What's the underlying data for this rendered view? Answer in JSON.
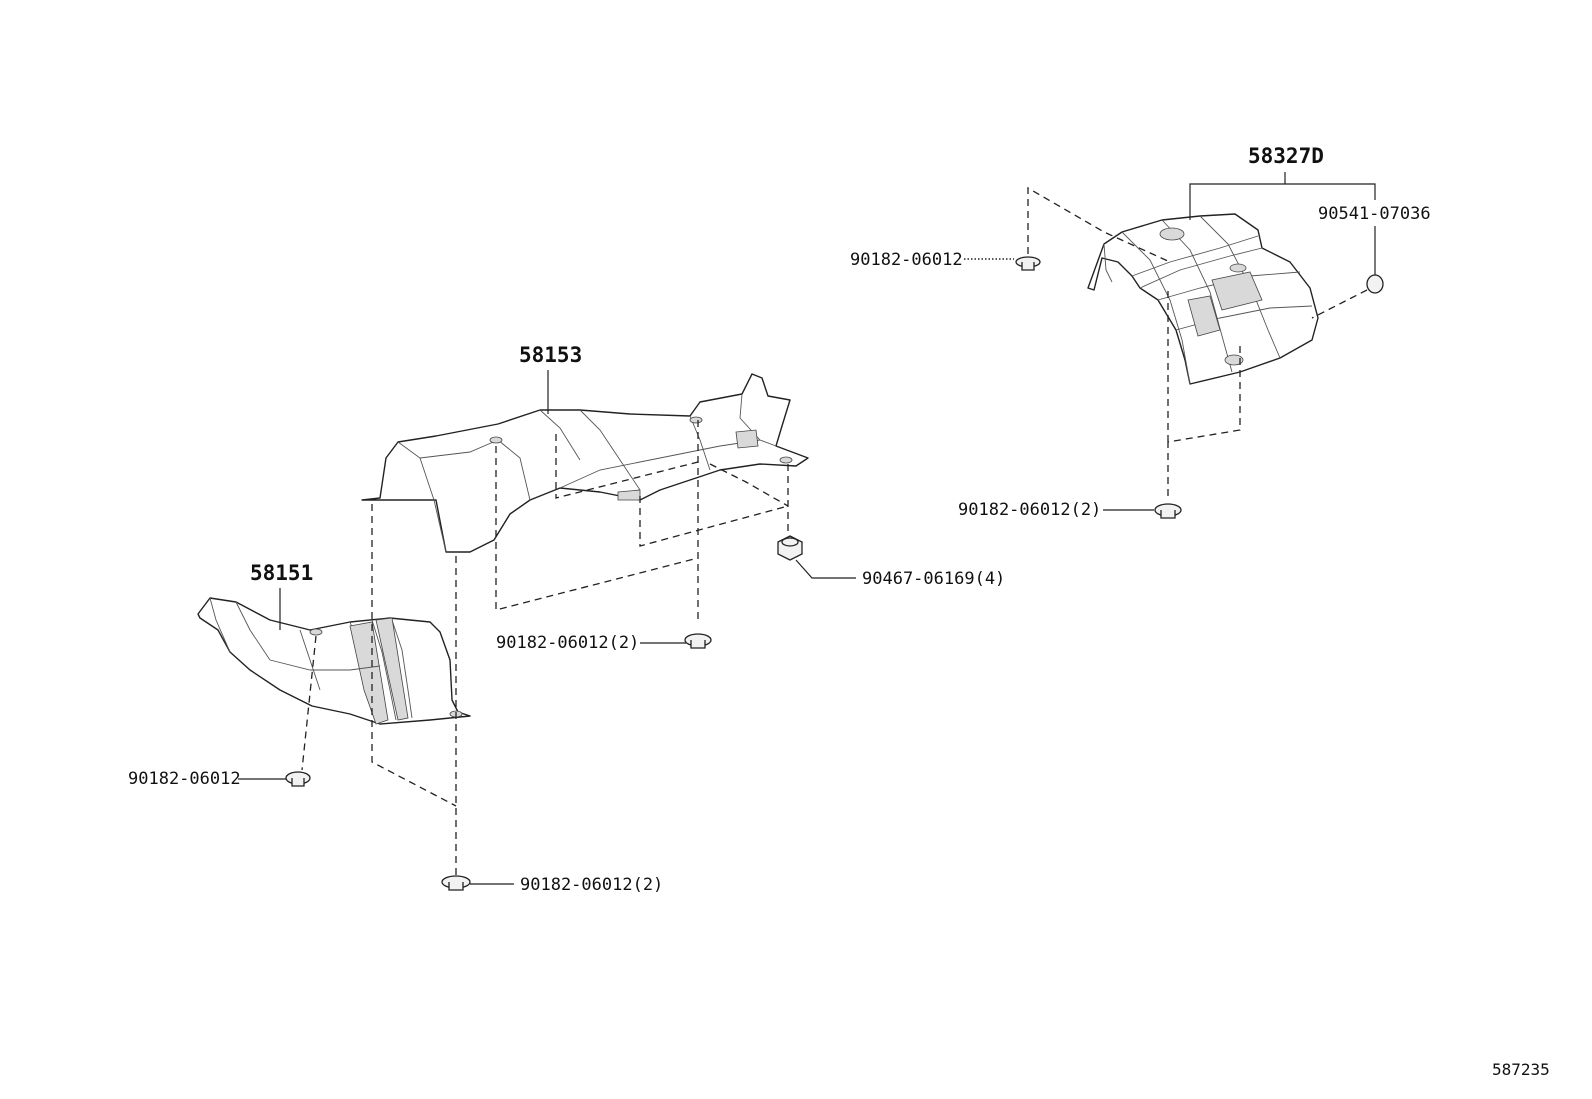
{
  "diagram": {
    "parts": {
      "p58327d": "58327D",
      "p58153": "58153",
      "p58151": "58151"
    },
    "fasteners": {
      "f_top_nut": "90182-06012",
      "f_clip": "90541-07036",
      "f_right_nut": "90182-06012(2)",
      "f_nut4": "90467-06169(4)",
      "f_mid_nut": "90182-06012(2)",
      "f_left_nut": "90182-06012",
      "f_bottom_nut": "90182-06012(2)"
    },
    "figure_id": "587235"
  }
}
